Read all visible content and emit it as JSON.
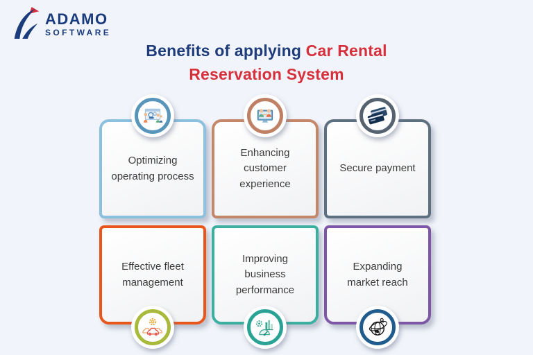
{
  "logo": {
    "name": "ADAMO",
    "subname": "SOFTWARE",
    "icon": "adamo-swoosh-logo",
    "navy": "#1b3c7c",
    "red": "#d6303c"
  },
  "title": {
    "line1_blue": "Benefits of applying ",
    "line1_red": "Car Rental",
    "line2_red": "Reservation System",
    "blue_color": "#1e3b7a",
    "red_color": "#d6303c"
  },
  "cards": [
    {
      "label": "Optimizing\noperating process",
      "border_color": "#8cc0df",
      "ring_color": "#5796ba",
      "icon": "operating-process-icon",
      "icon_position": "top"
    },
    {
      "label": "Enhancing\ncustomer\nexperience",
      "border_color": "#c5876a",
      "ring_color": "#bf8165",
      "icon": "customer-experience-icon",
      "icon_position": "top"
    },
    {
      "label": "Secure payment",
      "border_color": "#5d7080",
      "ring_color": "#55626f",
      "icon": "secure-payment-icon",
      "icon_position": "top"
    },
    {
      "label": "Effective fleet\nmanagement",
      "border_color": "#e9561c",
      "ring_color": "#a9b93b",
      "icon": "fleet-management-icon",
      "icon_position": "bottom"
    },
    {
      "label": "Improving\nbusiness\nperformance",
      "border_color": "#3bafa0",
      "ring_color": "#2ba394",
      "icon": "business-performance-icon",
      "icon_position": "bottom"
    },
    {
      "label": "Expanding\nmarket reach",
      "border_color": "#7e56a6",
      "ring_color": "#1f5c8d",
      "icon": "market-reach-icon",
      "icon_position": "bottom"
    }
  ],
  "colors": {
    "background": "#f1f4fa",
    "card_text": "#3b3b3b"
  }
}
